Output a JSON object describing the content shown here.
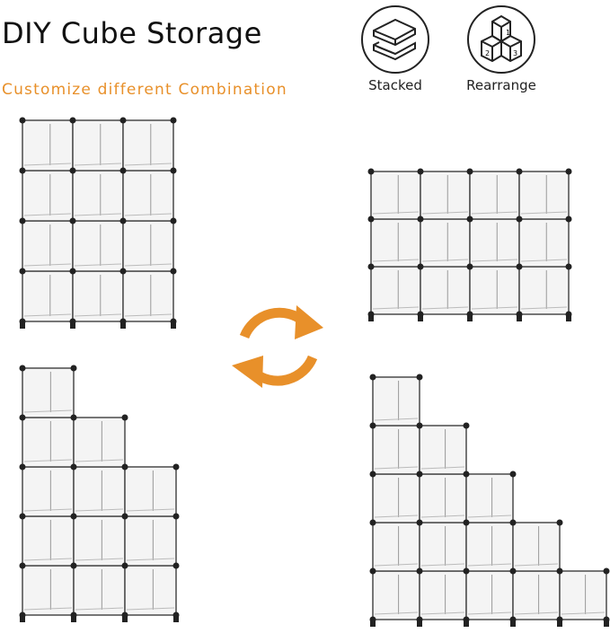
{
  "header": {
    "title": "DIY Cube Storage",
    "subtitle": "Customize different Combination"
  },
  "features": [
    {
      "icon": "stacked-layers-icon",
      "label": "Stacked"
    },
    {
      "icon": "numbered-cubes-icon",
      "label": "Rearrange",
      "cube_numbers": [
        "1",
        "2",
        "3"
      ]
    }
  ],
  "colors": {
    "accent": "#e8902a",
    "frame": "#555555",
    "connector": "#222222",
    "panel": "#f4f4f4"
  }
}
